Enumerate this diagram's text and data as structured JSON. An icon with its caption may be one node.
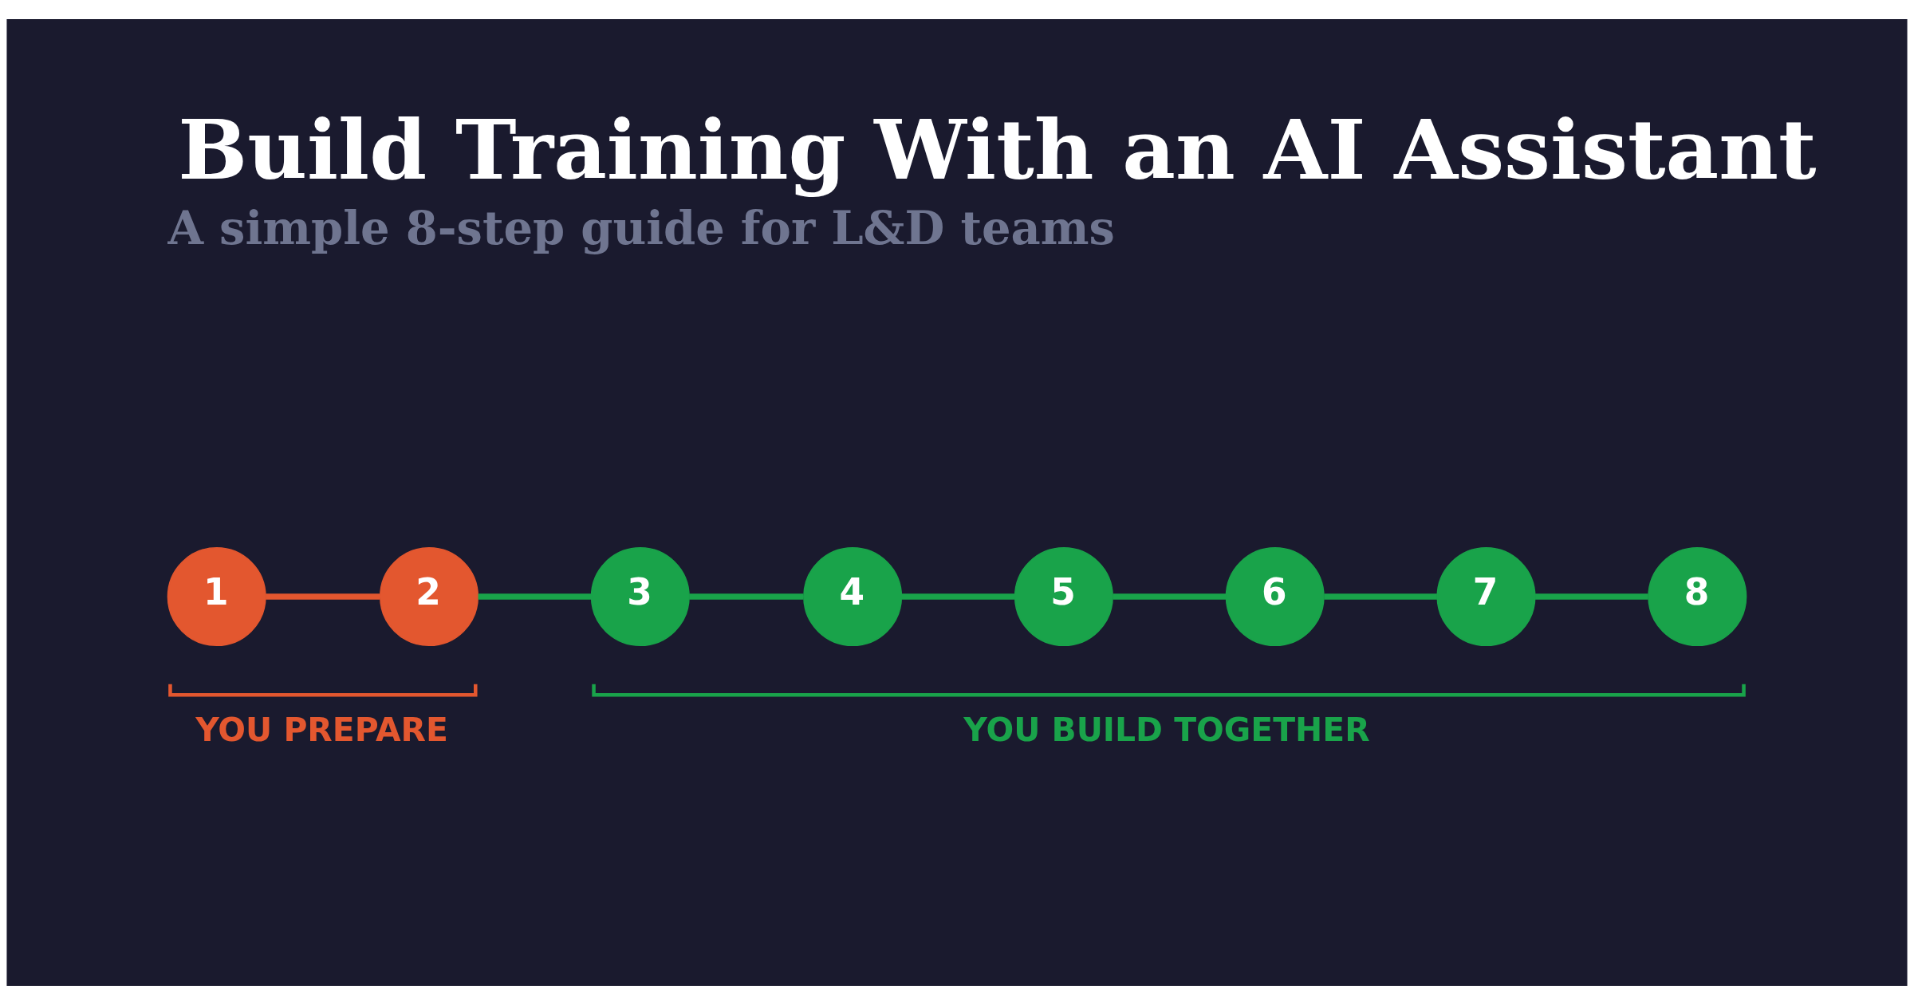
{
  "diagram": {
    "title": "Build Training With an AI Assistant",
    "nodes": [
      {
        "text": [
          "1"
        ]
      },
      {
        "text": [
          "2"
        ]
      },
      {
        "text": [
          "3"
        ]
      },
      {
        "text": [
          "4"
        ]
      },
      {
        "text": [
          "5"
        ]
      },
      {
        "text": [
          "6"
        ]
      },
      {
        "text": [
          "7"
        ]
      },
      {
        "text": [
          "8"
        ]
      }
    ],
    "edges": [
      {
        "from": 0,
        "to": 1,
        "arrow": "none",
        "color": "#e3572f"
      },
      {
        "from": 1,
        "to": 2,
        "arrow": "none"
      },
      {
        "from": 2,
        "to": 3,
        "arrow": "none"
      },
      {
        "from": 3,
        "to": 4,
        "arrow": "none"
      },
      {
        "from": 4,
        "to": 5,
        "arrow": "none"
      },
      {
        "from": 5,
        "to": 6,
        "arrow": "none"
      },
      {
        "from": 6,
        "to": 7,
        "arrow": "none"
      }
    ],
    "labels": [
      "A simple 8-step guide for L&D teams",
      "YOU PREPARE",
      "YOU BUILD TOGETHER"
    ]
  }
}
